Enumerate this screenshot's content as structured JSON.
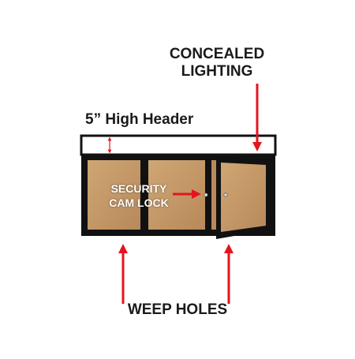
{
  "labels": {
    "concealed_line1": "CONCEALED",
    "concealed_line2": "LIGHTING",
    "header": "5” High Header",
    "security_line1": "SECURITY",
    "security_line2": "CAM LOCK",
    "weep_holes": "WEEP HOLES"
  },
  "colors": {
    "frame": "#111111",
    "cork": "#c49a68",
    "cork_dark": "#a97d4c",
    "arrow": "#e3141e",
    "header_panel": "#ffffff"
  }
}
